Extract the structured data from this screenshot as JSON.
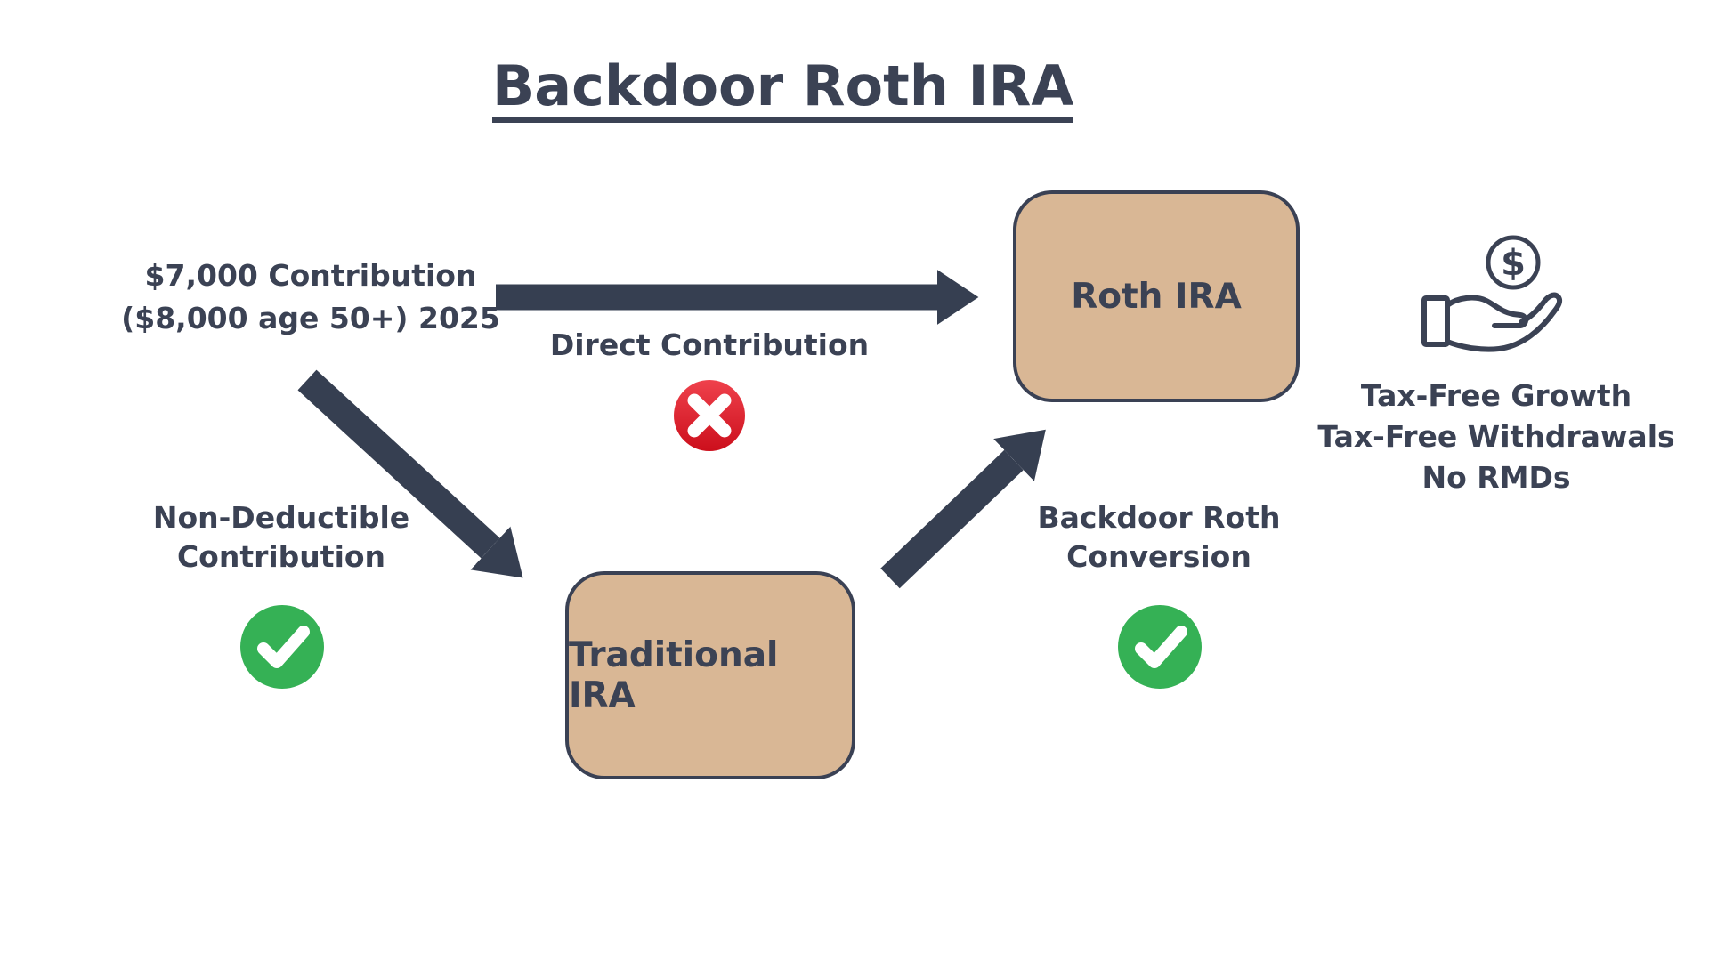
{
  "title": "Backdoor Roth IRA",
  "contribution": {
    "line1": "$7,000 Contribution",
    "line2": "($8,000 age 50+) 2025"
  },
  "accounts": {
    "roth": "Roth IRA",
    "traditional": "Traditional IRA"
  },
  "flows": {
    "direct": {
      "label": "Direct Contribution",
      "status": "not-allowed",
      "status_icon": "cross-mark-icon"
    },
    "non_deductible": {
      "line1": "Non-Deductible",
      "line2": "Contribution",
      "status": "allowed",
      "status_icon": "check-mark-icon"
    },
    "conversion": {
      "line1": "Backdoor Roth",
      "line2": "Conversion",
      "status": "allowed",
      "status_icon": "check-mark-icon"
    }
  },
  "benefits": {
    "icon": "hand-receiving-dollar-icon",
    "coin_symbol": "$",
    "lines": [
      "Tax-Free Growth",
      "Tax-Free Withdrawals",
      "No RMDs"
    ]
  },
  "colors": {
    "ink": "#3b4254",
    "arrow": "#363f51",
    "box_fill": "#d9b795",
    "box_border": "#3a4154",
    "check_green": "#35b155",
    "cross_red": "#d6121f",
    "background": "#ffffff"
  }
}
